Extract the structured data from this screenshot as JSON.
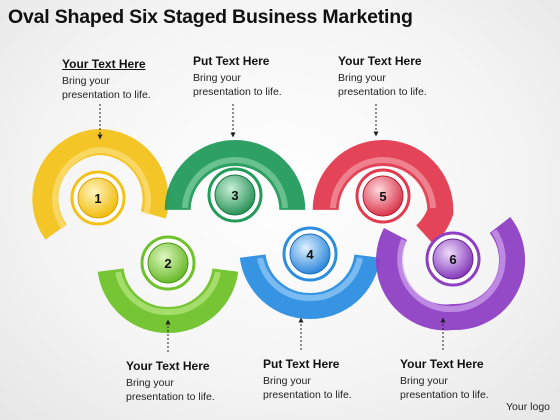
{
  "title": "Oval Shaped Six Staged Business Marketing",
  "callouts": [
    {
      "heading": "Your Text Here",
      "line1": "Bring your",
      "line2": "presentation to life."
    },
    {
      "heading": "Put Text Here",
      "line1": "Bring your",
      "line2": "presentation to life."
    },
    {
      "heading": "Your Text Here",
      "line1": "Bring your",
      "line2": "presentation to life."
    },
    {
      "heading": "Your Text Here",
      "line1": "Bring your",
      "line2": "presentation to life."
    },
    {
      "heading": "Put Text Here",
      "line1": "Bring your",
      "line2": "presentation to life."
    },
    {
      "heading": "Your Text Here",
      "line1": "Bring your",
      "line2": "presentation to life."
    }
  ],
  "stages": [
    {
      "number": "1",
      "color": "#f2c21b",
      "light": "#fbe38a"
    },
    {
      "number": "2",
      "color": "#6ec22a",
      "light": "#c4ec8e"
    },
    {
      "number": "3",
      "color": "#239b5b",
      "light": "#8fd7ab"
    },
    {
      "number": "4",
      "color": "#2b8ee0",
      "light": "#a9d6fb"
    },
    {
      "number": "5",
      "color": "#e23a4e",
      "light": "#f7a9b2"
    },
    {
      "number": "6",
      "color": "#8e3fc4",
      "light": "#d9b4f3"
    }
  ],
  "logo": "Your logo"
}
